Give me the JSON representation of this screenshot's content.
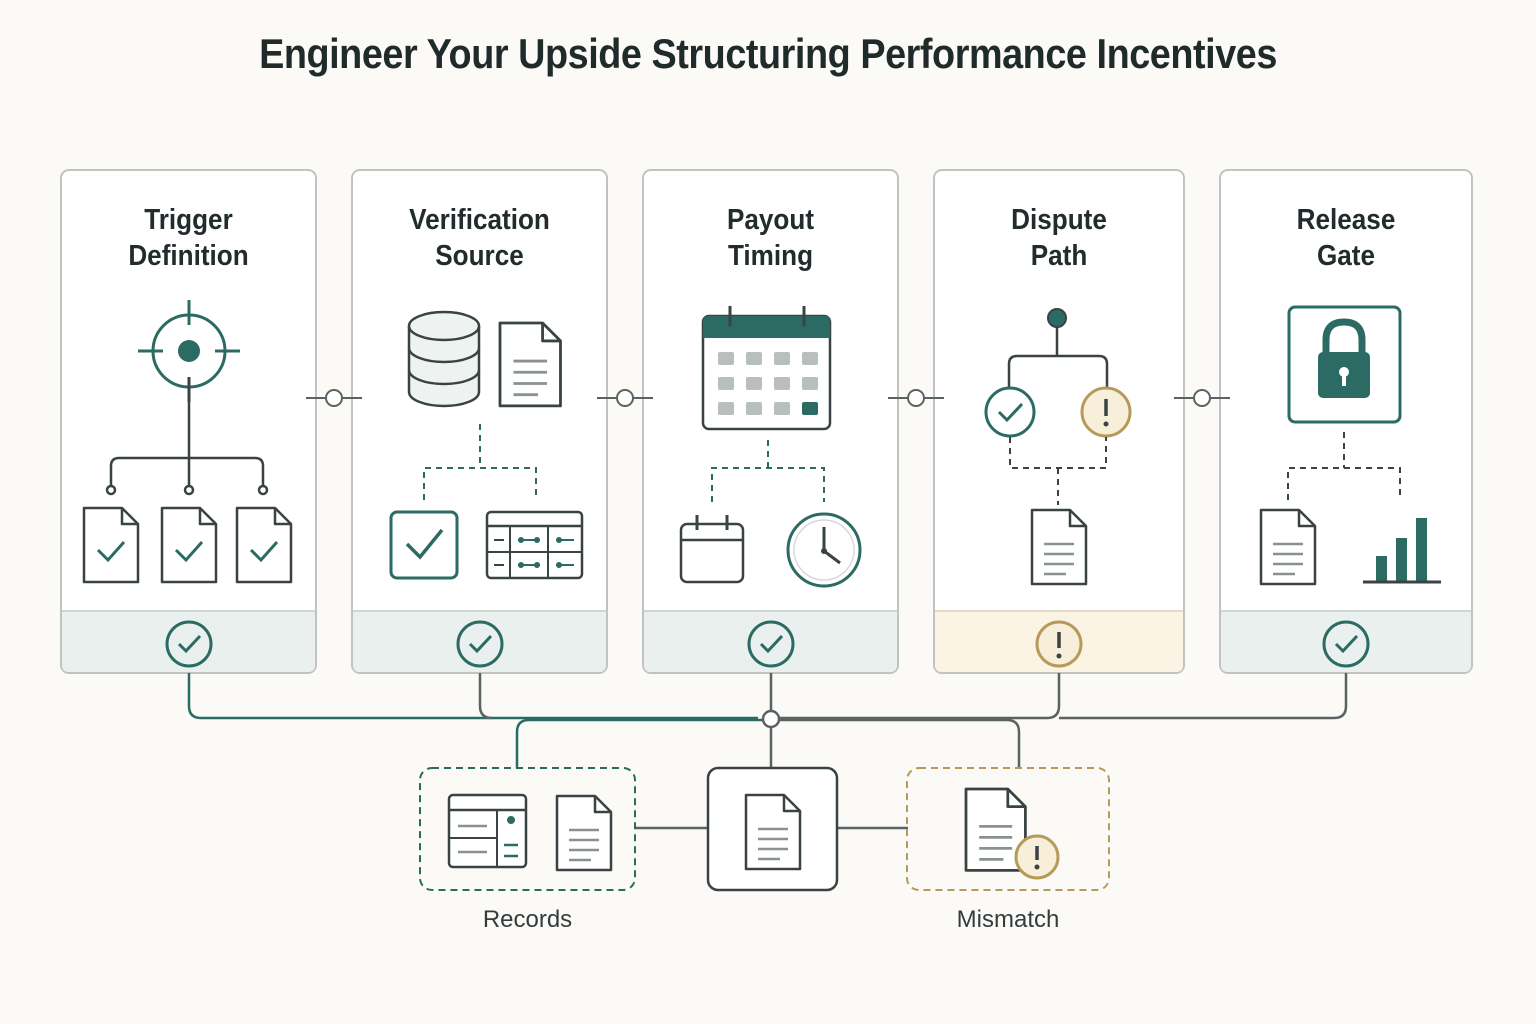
{
  "title": "Engineer Your Upside Structuring Performance Incentives",
  "stages": [
    {
      "line1": "Trigger",
      "line2": "Definition",
      "status": "ok",
      "icon": "crosshair-icon"
    },
    {
      "line1": "Verification",
      "line2": "Source",
      "status": "ok",
      "icon": "database-icon"
    },
    {
      "line1": "Payout",
      "line2": "Timing",
      "status": "ok",
      "icon": "calendar-icon"
    },
    {
      "line1": "Dispute",
      "line2": "Path",
      "status": "warning",
      "icon": "branch-icon"
    },
    {
      "line1": "Release",
      "line2": "Gate",
      "status": "ok",
      "icon": "lock-icon"
    }
  ],
  "bottom": {
    "records_label": "Records",
    "mismatch_label": "Mismatch"
  },
  "colors": {
    "teal": "#2b6b63",
    "gold": "#b79a5a",
    "outline": "#3a4344",
    "ok_band": "#e9f0ee",
    "warn_band": "#fbf3e3"
  }
}
